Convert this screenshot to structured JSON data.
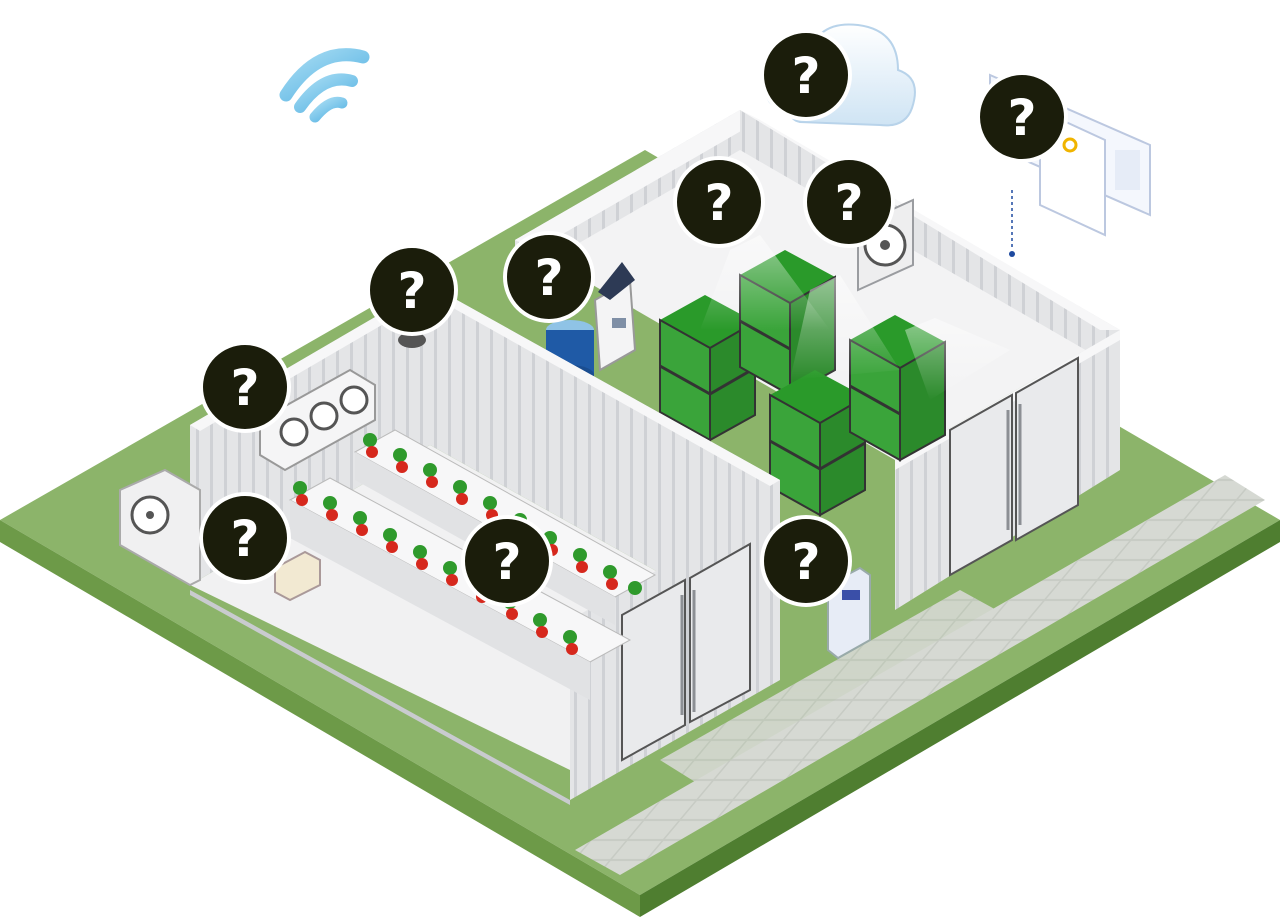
{
  "colors": {
    "grass": "#8cb46a",
    "grass_side": "#5e8a3c",
    "wall": "#e3e4e6",
    "wall_shadow": "#c9cbcf",
    "floor": "#f2f2f3",
    "hotspot": "#1b1d0b",
    "plant": "#2f9a2c",
    "tomato": "#d6281d",
    "path": "#c8cbc6"
  },
  "icons": [
    "wifi-icon",
    "cloud-icon",
    "dashboard-icon"
  ],
  "hotspots": [
    {
      "id": "cloud",
      "label": "?",
      "icon": "question-mark-icon"
    },
    {
      "id": "dashboard",
      "label": "?",
      "icon": "question-mark-icon"
    },
    {
      "id": "grow-light",
      "label": "?",
      "icon": "question-mark-icon"
    },
    {
      "id": "fan",
      "label": "?",
      "icon": "question-mark-icon"
    },
    {
      "id": "water-tank",
      "label": "?",
      "icon": "question-mark-icon"
    },
    {
      "id": "camera",
      "label": "?",
      "icon": "question-mark-icon"
    },
    {
      "id": "condenser-unit",
      "label": "?",
      "icon": "question-mark-icon"
    },
    {
      "id": "controller-box",
      "label": "?",
      "icon": "question-mark-icon"
    },
    {
      "id": "tomato-beds",
      "label": "?",
      "icon": "question-mark-icon"
    },
    {
      "id": "dehumidifier",
      "label": "?",
      "icon": "question-mark-icon"
    }
  ]
}
